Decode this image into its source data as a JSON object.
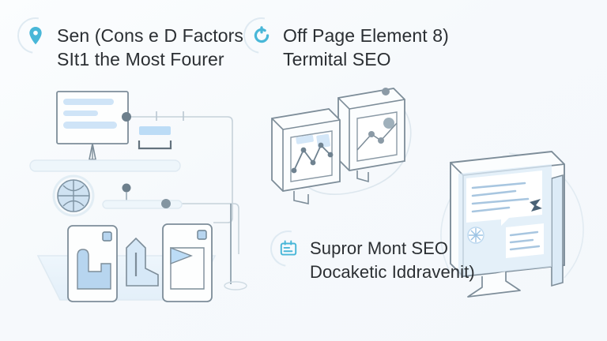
{
  "page": {
    "background_color": "#f7fafc",
    "accent_color": "#49b7d8",
    "line_color": "#8fa3b0",
    "fill_color": "#cfe4f7",
    "text_color": "#2b2f33"
  },
  "sections": [
    {
      "id": "search-console-factors",
      "icon": "location-pin-icon",
      "lines": [
        "Sen (Cons e D Factors",
        "SIt1 the Most Fourer"
      ]
    },
    {
      "id": "off-page-element",
      "icon": "refresh-circle-icon",
      "lines": [
        "Off Page Element 8)",
        "Termital SEO"
      ]
    },
    {
      "id": "support-mont-seo",
      "icon": "document-list-icon",
      "lines": [
        "Supror Mont SEO",
        "Docaketic Iddravenit)"
      ]
    }
  ],
  "illustrations": [
    {
      "id": "dashboard-flow-illustration",
      "description": "card with text lines on a stand, balance bar, globe icon, connector lines with nodes, two device cards with building and flag shapes on a platform"
    },
    {
      "id": "dual-monitor-analytics-illustration",
      "description": "two isometric monitors showing a line chart and a node graph"
    },
    {
      "id": "desktop-content-illustration",
      "description": "large isometric desktop monitor showing content blocks, a pinwheel badge and a dark arrow marker"
    }
  ]
}
